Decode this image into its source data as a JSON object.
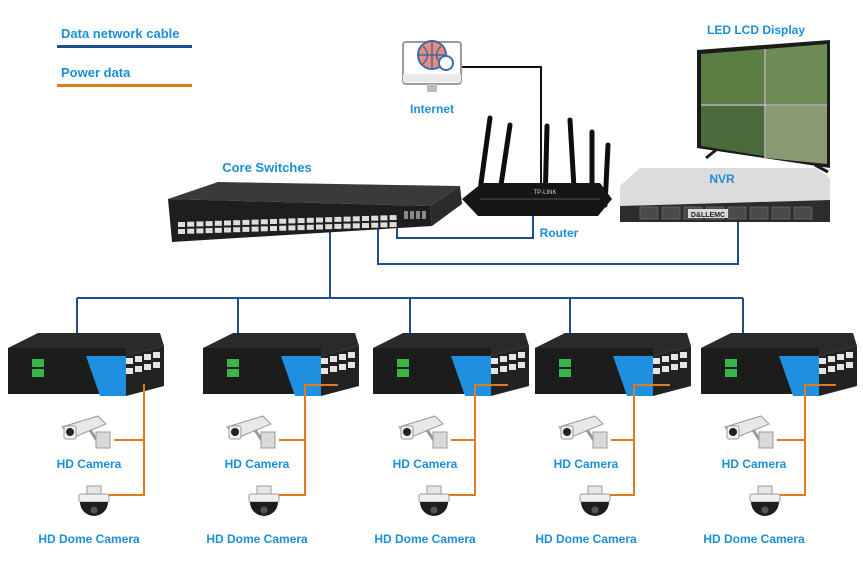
{
  "legend": {
    "network_label": "Data network cable",
    "power_label": "Power data",
    "network_color": "#1f4e8c",
    "power_color": "#e07b20"
  },
  "labels": {
    "internet": "Internet",
    "core_switches": "Core Switches",
    "router": "Router",
    "nvr": "NVR",
    "lcd": "LED LCD Display",
    "router_brand": "TP-LINK",
    "nvr_brand": "D&LLEMC"
  },
  "groups": [
    {
      "camera": "HD Camera",
      "dome": "HD Dome Camera"
    },
    {
      "camera": "HD Camera",
      "dome": "HD Dome Camera"
    },
    {
      "camera": "HD Camera",
      "dome": "HD Dome Camera"
    },
    {
      "camera": "HD Camera",
      "dome": "HD Dome Camera"
    },
    {
      "camera": "HD Camera",
      "dome": "HD Dome Camera"
    }
  ],
  "icons": {
    "internet": "internet-monitor-icon",
    "router": "router-icon",
    "core_switch": "core-switch-icon",
    "nvr": "nvr-icon",
    "lcd": "lcd-display-icon",
    "poe_switch": "poe-switch-icon",
    "camera": "bullet-camera-icon",
    "dome": "dome-camera-icon"
  }
}
